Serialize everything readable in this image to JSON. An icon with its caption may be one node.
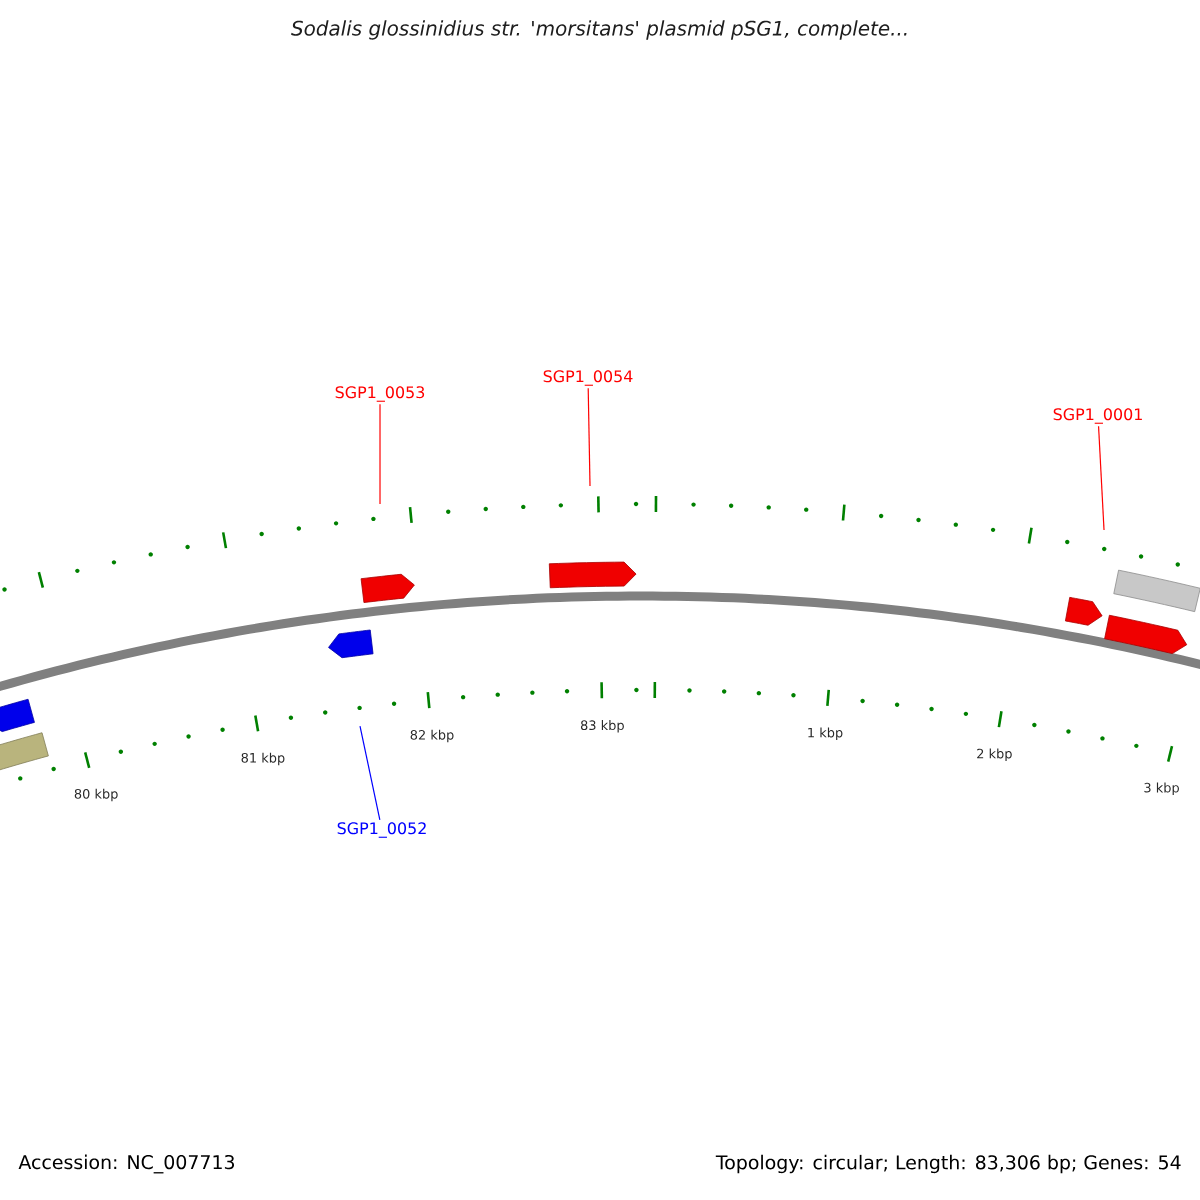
{
  "diagram": {
    "title": "Sodalis glossinidius str. 'morsitans' plasmid pSG1, complete...",
    "nodes": [
      {
        "text": [
          "SGP1_0053"
        ]
      },
      {
        "text": [
          "SGP1_0054"
        ]
      },
      {
        "text": [
          "SGP1_0001"
        ]
      },
      {
        "text": [
          "SGP1_0052"
        ]
      }
    ],
    "edges": [
      {
        "from": 0,
        "to": null,
        "arrow": "none"
      },
      {
        "from": 1,
        "to": null,
        "arrow": "none"
      },
      {
        "from": 2,
        "to": null,
        "arrow": "none"
      },
      {
        "from": 3,
        "to": null,
        "arrow": "none",
        "color": "#0000ff"
      }
    ],
    "labels": [
      "80 kbp",
      "81 kbp",
      "82 kbp",
      "83 kbp",
      "1 kbp",
      "2 kbp",
      "3 kbp",
      "Accession: NC_007713",
      "Topology: circular; Length: 83,306 bp; Genes: 54"
    ]
  }
}
